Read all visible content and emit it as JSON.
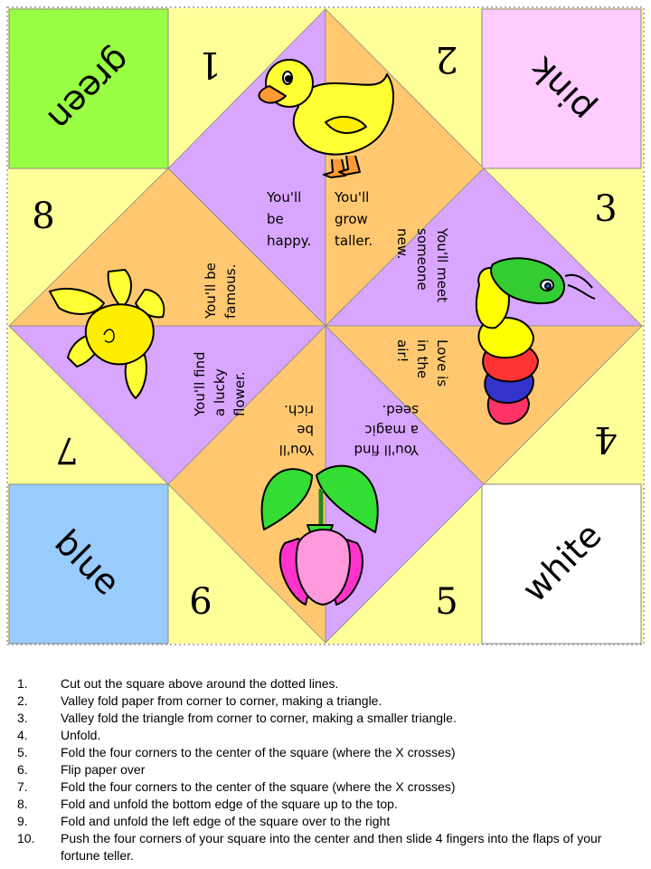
{
  "corners": {
    "top_left": {
      "label": "green",
      "fill": "#99ff44"
    },
    "top_right": {
      "label": "pink",
      "fill": "#ffccff"
    },
    "bottom_left": {
      "label": "blue",
      "fill": "#99ccff"
    },
    "bottom_right": {
      "label": "white",
      "fill": "#ffffff"
    }
  },
  "colors": {
    "yellow": "#ffff99",
    "orange": "#ffc870",
    "purple": "#d9a6ff",
    "border": "#888888"
  },
  "numbers": [
    "1",
    "2",
    "3",
    "4",
    "5",
    "6",
    "7",
    "8"
  ],
  "fortunes": {
    "happy": [
      "You'll",
      "be",
      "happy."
    ],
    "taller": [
      "You'll",
      "grow",
      "taller."
    ],
    "someone_new": [
      "You'll meet",
      "someone",
      "new."
    ],
    "love": [
      "Love is",
      "in the",
      "air!"
    ],
    "magic_seed": [
      "You'll find",
      "a magic",
      "seed."
    ],
    "rich": [
      "You'll",
      "be",
      "rich."
    ],
    "lucky_flower": [
      "You'll find",
      "a lucky",
      "flower."
    ],
    "famous": [
      "You'll be",
      "famous."
    ]
  },
  "pictures": [
    "duck-icon",
    "caterpillar-icon",
    "tulip-icon",
    "daffodil-icon"
  ],
  "instructions": [
    {
      "n": "1.",
      "text": "Cut out the square above around the dotted lines."
    },
    {
      "n": "2.",
      "text": "Valley fold paper from corner to corner, making a triangle."
    },
    {
      "n": "3.",
      "text": "Valley fold the triangle from corner to corner, making a smaller triangle."
    },
    {
      "n": "4.",
      "text": "Unfold."
    },
    {
      "n": "5.",
      "text": "Fold the four corners to the center of the square (where the X crosses)"
    },
    {
      "n": "6.",
      "text": "Flip paper over"
    },
    {
      "n": "7.",
      "text": "Fold the four corners to the center of the square (where the X crosses)"
    },
    {
      "n": "8.",
      "text": "Fold and unfold the bottom edge of the square up to the top."
    },
    {
      "n": "9.",
      "text": "Fold and unfold the left edge of the square over to the right"
    },
    {
      "n": "10.",
      "text": "Push the four corners of your square into the center and then slide 4 fingers into the flaps of your fortune teller."
    }
  ]
}
